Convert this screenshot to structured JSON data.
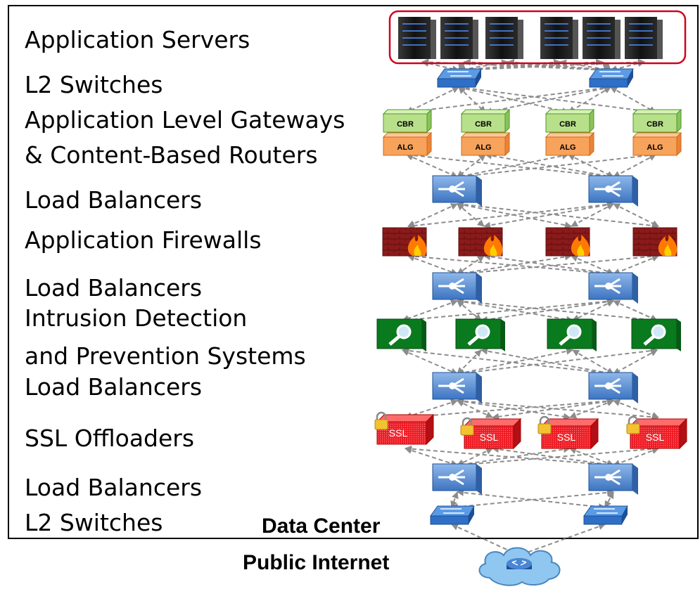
{
  "layers": [
    {
      "label": "Application Servers"
    },
    {
      "label": "L2 Switches"
    },
    {
      "label": "Application Level Gateways"
    },
    {
      "label": "& Content-Based Routers"
    },
    {
      "label": "Load Balancers"
    },
    {
      "label": "Application Firewalls"
    },
    {
      "label": "Load Balancers"
    },
    {
      "label": "Intrusion Detection"
    },
    {
      "label": "and Prevention Systems"
    },
    {
      "label": "Load Balancers"
    },
    {
      "label": "SSL Offloaders"
    },
    {
      "label": "Load Balancers"
    },
    {
      "label": "L2 Switches"
    }
  ],
  "boundaries": {
    "inside": "Data Center",
    "outside": "Public Internet"
  },
  "device_text": {
    "cbr": "CBR",
    "alg": "ALG",
    "ssl": "SSL"
  },
  "colors": {
    "server_group_outline": "#d0021b",
    "switch": "#2f6fc6",
    "load_balancer": "#4a86d4",
    "cbr": "#b8e08a",
    "alg": "#f7a35c",
    "firewall": "#8b1a1a",
    "ids": "#0a7a1e",
    "ssl": "#e8141e",
    "connection": "#8c8c8c"
  },
  "icons": [
    "server-icon",
    "switch-icon",
    "cbr-box-icon",
    "alg-box-icon",
    "load-balancer-icon",
    "firewall-icon",
    "ids-icon",
    "ssl-offloader-icon",
    "padlock-icon",
    "router-cloud-icon"
  ]
}
